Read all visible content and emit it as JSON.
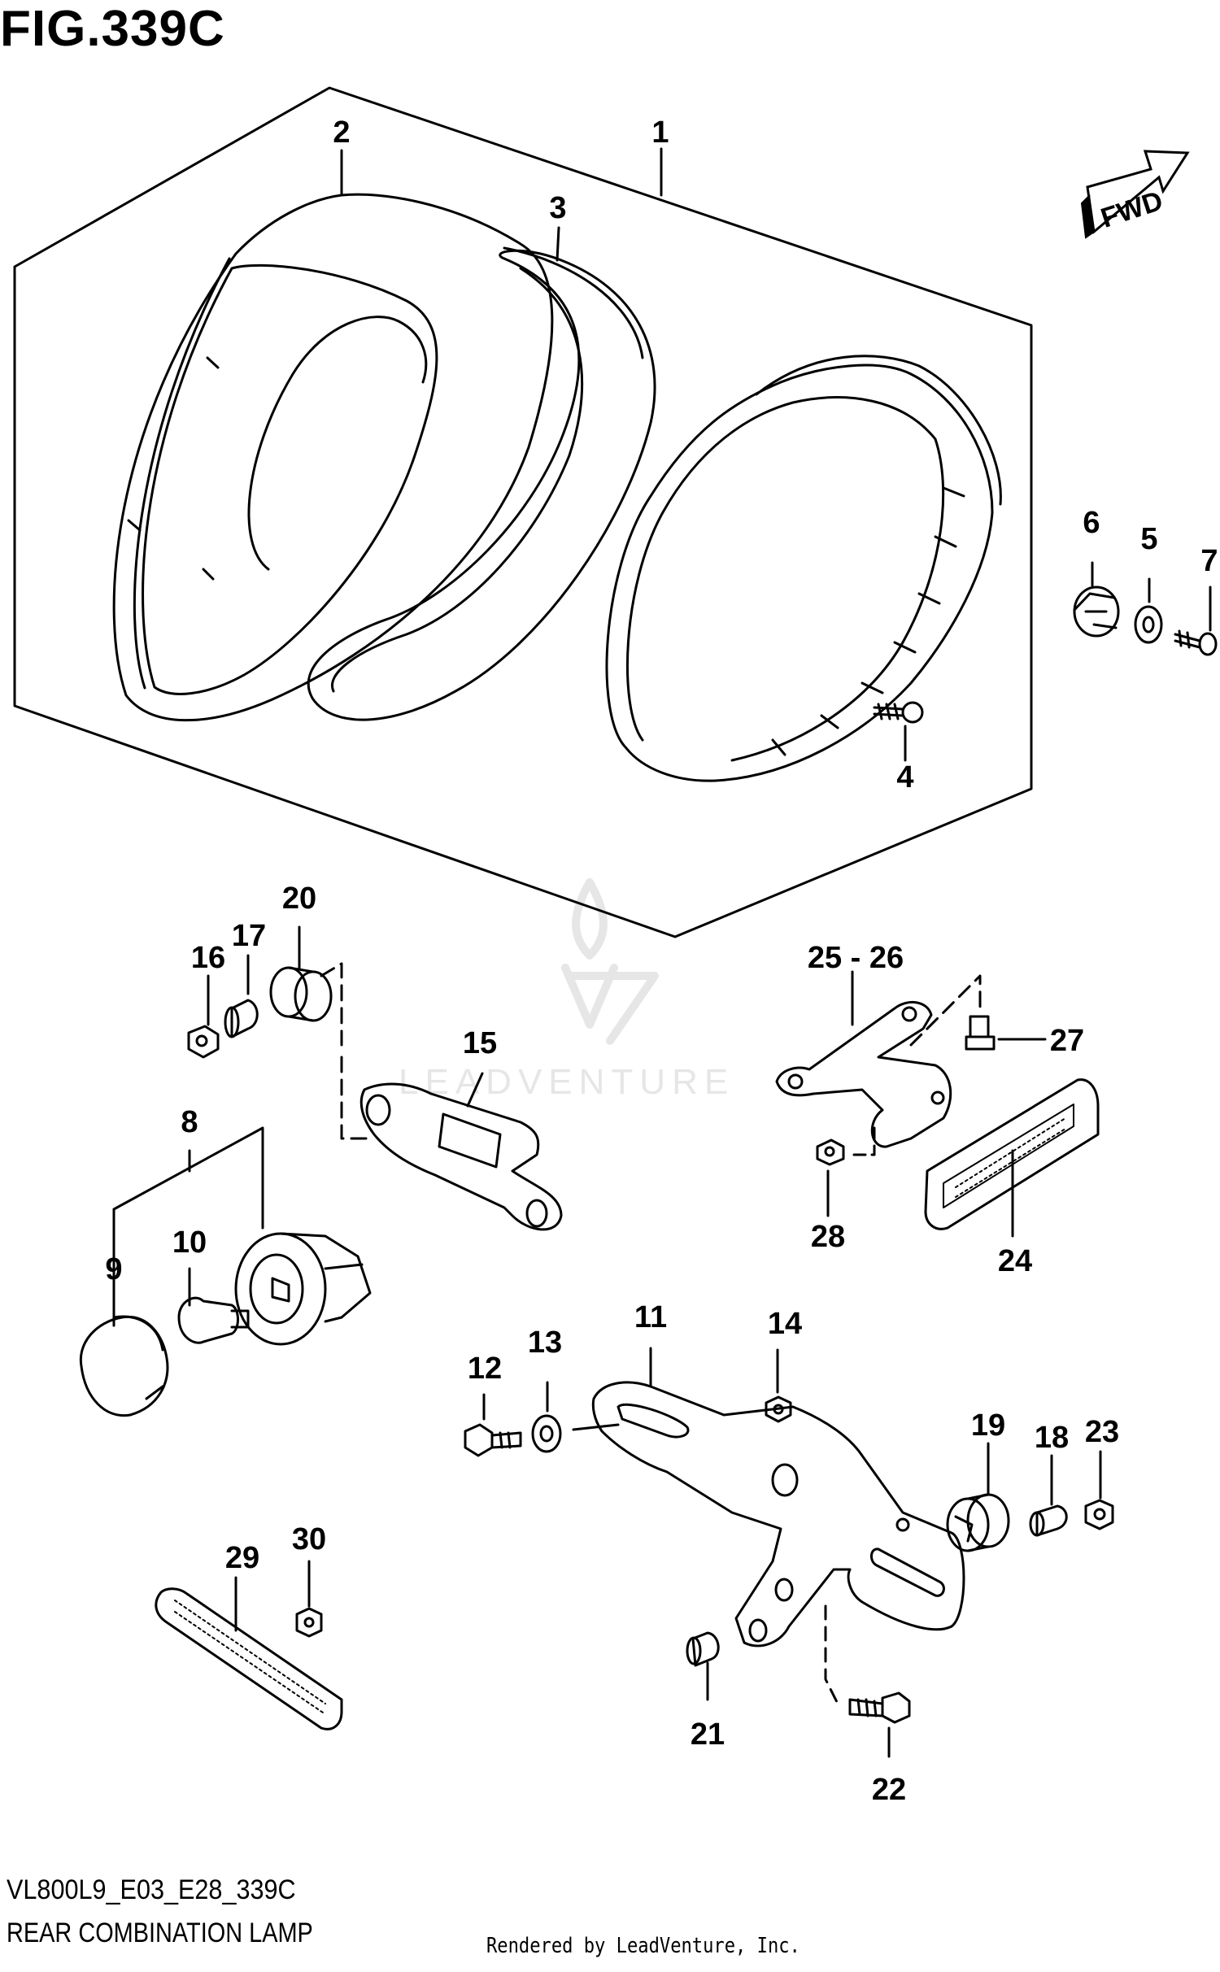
{
  "header": {
    "figure_title": "FIG.339C"
  },
  "footer": {
    "diagram_code": "VL800L9_E03_E28_339C",
    "diagram_name": "REAR COMBINATION LAMP",
    "rendered_by": "Rendered by LeadVenture, Inc."
  },
  "direction_arrow": {
    "label": "FWD"
  },
  "watermark": {
    "text": "LEADVENTURE"
  },
  "callouts": {
    "c1": "1",
    "c2": "2",
    "c3": "3",
    "c4": "4",
    "c5": "5",
    "c6": "6",
    "c7": "7",
    "c8": "8",
    "c9": "9",
    "c10": "10",
    "c11": "11",
    "c12": "12",
    "c13": "13",
    "c14": "14",
    "c15": "15",
    "c16": "16",
    "c17": "17",
    "c18": "18",
    "c19": "19",
    "c20": "20",
    "c21": "21",
    "c22": "22",
    "c23": "23",
    "c24": "24",
    "c25_26": "25 - 26",
    "c27": "27",
    "c28": "28",
    "c29": "29",
    "c30": "30"
  },
  "colors": {
    "line": "#000000",
    "background": "#ffffff",
    "watermark": "#e6e6e6"
  }
}
